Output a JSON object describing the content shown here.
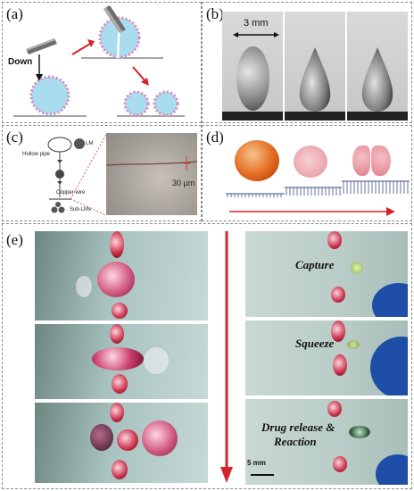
{
  "panels": {
    "a": {
      "label": "(a)",
      "down_label": "Down"
    },
    "b": {
      "label": "(b)",
      "scale_label": "3 mm"
    },
    "c": {
      "label": "(c)",
      "hollow_pipe": "Hollow pipe",
      "lm": "LM",
      "copper_wire": "Copper wire",
      "sub_lms": "Sub-LMs",
      "scale_label": "30 μm"
    },
    "d": {
      "label": "(d)"
    },
    "e": {
      "label": "(e)",
      "capture": "Capture",
      "squeeze": "Squeeze",
      "drug_release_1": "Drug release &",
      "drug_release_2": "Reaction",
      "scale_label": "5 mm"
    }
  },
  "colors": {
    "droplet_blue": "#a9dcef",
    "particle_pink": "#d98fb8",
    "arrow_red": "#d4232b",
    "marble_red": "#c8324a"
  }
}
